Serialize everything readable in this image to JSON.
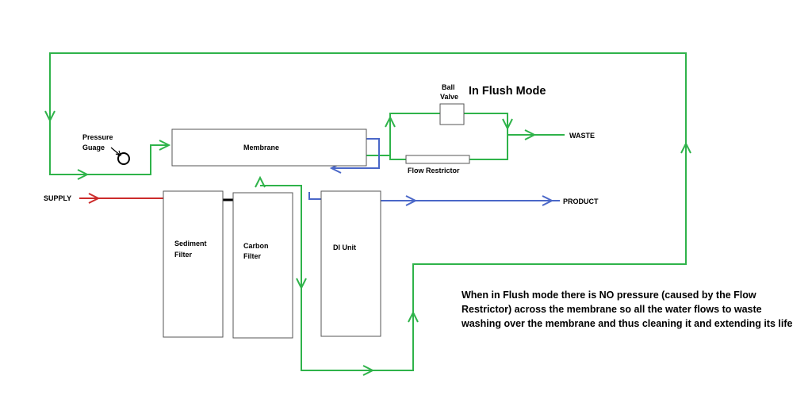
{
  "labels": {
    "title": "In Flush Mode",
    "ball_valve_line1": "Ball",
    "ball_valve_line2": "Valve",
    "pressure_line1": "Pressure",
    "pressure_line2": "Guage",
    "membrane": "Membrane",
    "waste": "WASTE",
    "flow_restrictor": "Flow Restrictor",
    "supply": "SUPPLY",
    "product": "PRODUCT",
    "sediment_line1": "Sediment",
    "sediment_line2": "Filter",
    "carbon_line1": "Carbon",
    "carbon_line2": "Filter",
    "di_unit": "DI Unit"
  },
  "note": "When in Flush mode there is NO pressure (caused by the Flow Restrictor) across the membrane so all the water flows to waste washing over the membrane and thus cleaning it and extending its life",
  "colors": {
    "flush_line": "#2fb34a",
    "supply_line": "#cc2b2b",
    "product_line": "#4a67c8",
    "component_border": "#555555"
  }
}
